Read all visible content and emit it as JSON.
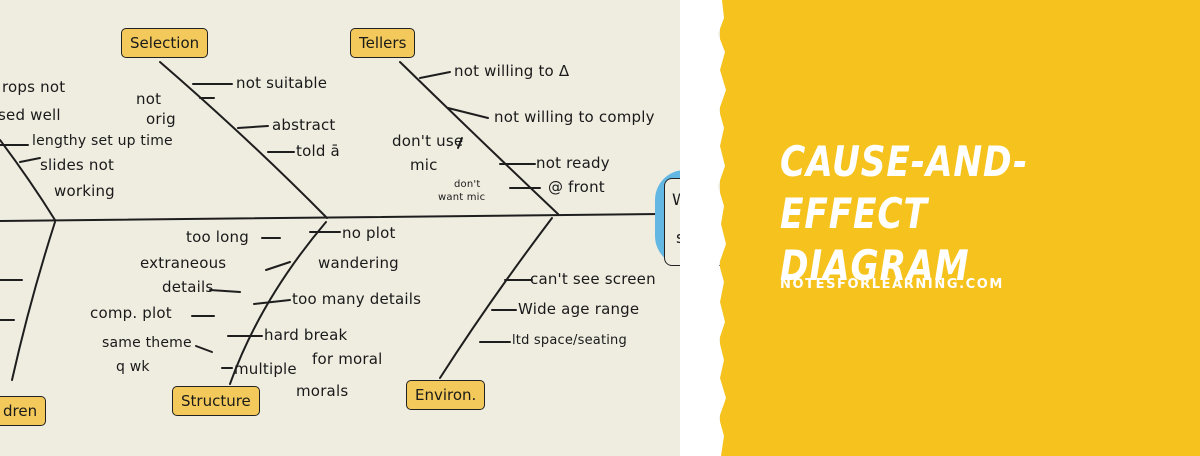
{
  "diagram": {
    "categories": {
      "selection": "Selection",
      "tellers": "Tellers",
      "structure": "Structure",
      "environment": "Environ.",
      "children_partial": "dren"
    },
    "effect_head_partial": {
      "line1": "W",
      "line2": "s"
    },
    "causes": {
      "left_partial": [
        "rops not",
        "sed well",
        "lengthy set up time",
        "slides not",
        "working"
      ],
      "selection": [
        "not suitable",
        "not",
        "orig",
        "abstract",
        "told ā"
      ],
      "tellers": [
        "not willing to Δ",
        "not willing to comply",
        "don't use",
        "mic",
        "not ready",
        "@ front",
        "don't",
        "want mic"
      ],
      "structure": [
        "too long",
        "no plot",
        "extraneous",
        "wandering",
        "details",
        "too many details",
        "comp. plot",
        "hard break",
        "same theme",
        "for moral",
        "q wk",
        "multiple",
        "morals"
      ],
      "environment": [
        "can't see screen",
        "Wide age range",
        "ltd space/seating"
      ]
    }
  },
  "panel": {
    "title_line1": "CAUSE-AND-EFFECT",
    "title_line2": "DIAGRAM",
    "site": "NOTESFORLEARNING.COM",
    "background_color": "#f6c31e"
  }
}
